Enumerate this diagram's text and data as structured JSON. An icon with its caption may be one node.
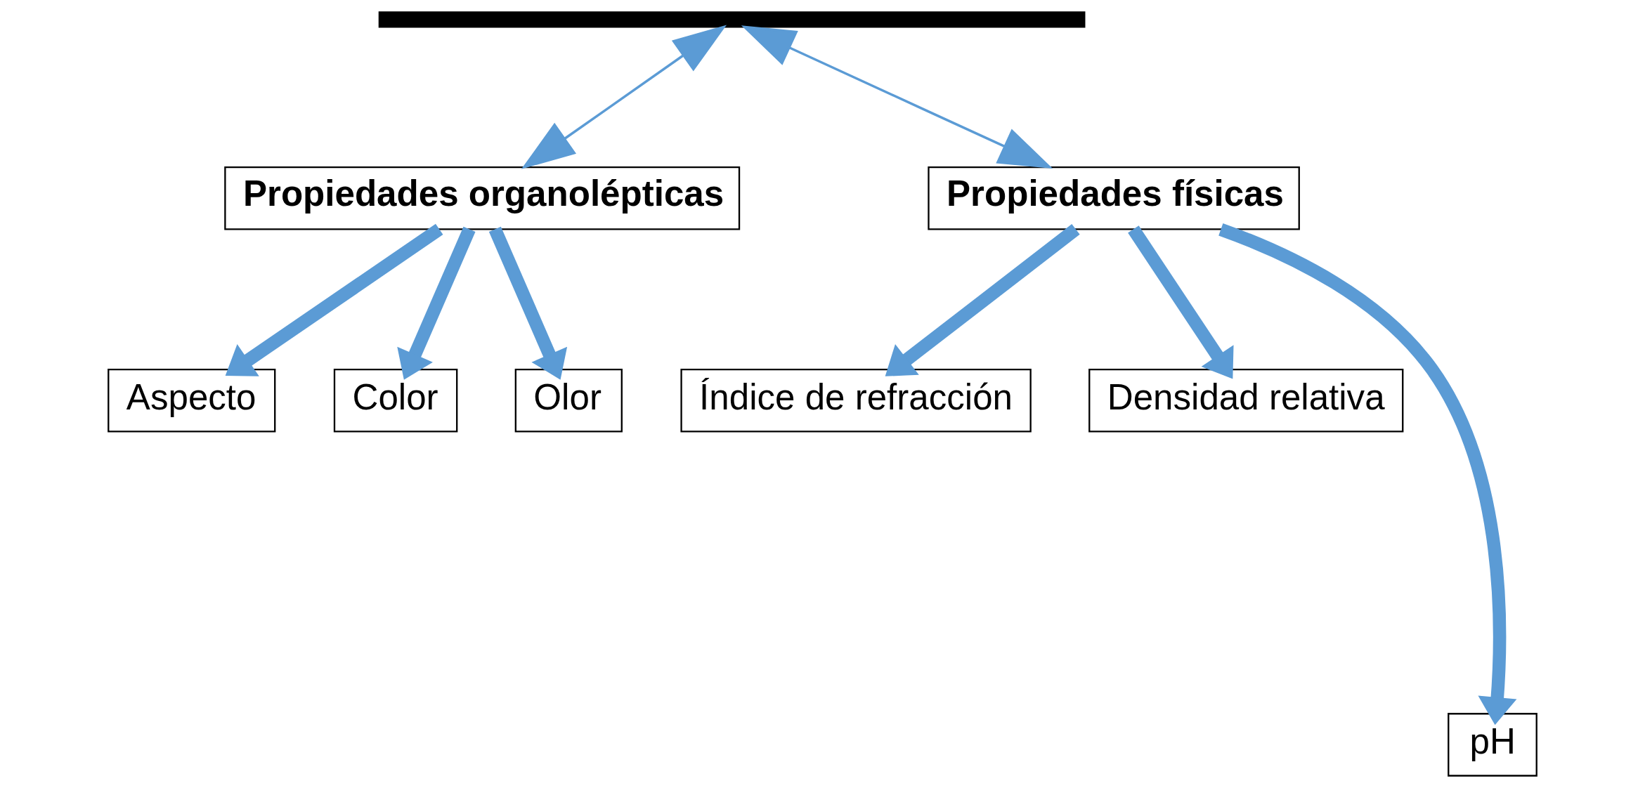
{
  "diagram": {
    "nodes": [
      {
        "text": [],
        "shape": "bar"
      },
      {
        "text": [
          "Propiedades organolépticas"
        ]
      },
      {
        "text": [
          "Propiedades físicas"
        ]
      },
      {
        "text": [
          "Aspecto"
        ]
      },
      {
        "text": [
          "Color"
        ]
      },
      {
        "text": [
          "Olor"
        ]
      },
      {
        "text": [
          "Índice de refracción"
        ]
      },
      {
        "text": [
          "Densidad relativa"
        ]
      },
      {
        "text": [
          "pH"
        ]
      }
    ],
    "edges": [
      {
        "from": 0,
        "to": 1,
        "arrow": "both"
      },
      {
        "from": 0,
        "to": 2,
        "arrow": "both"
      },
      {
        "from": 1,
        "to": 3,
        "arrow": "to"
      },
      {
        "from": 1,
        "to": 4,
        "arrow": "to"
      },
      {
        "from": 1,
        "to": 5,
        "arrow": "to"
      },
      {
        "from": 2,
        "to": 6,
        "arrow": "to"
      },
      {
        "from": 2,
        "to": 8,
        "arrow": "to"
      },
      {
        "from": 2,
        "to": 7,
        "arrow": "to"
      }
    ]
  }
}
